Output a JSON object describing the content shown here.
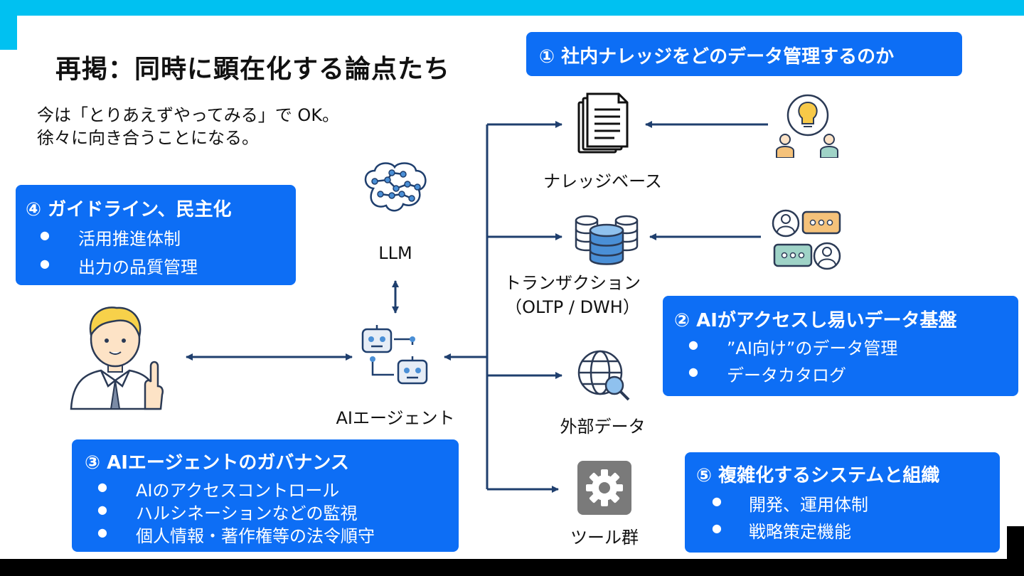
{
  "slide": {
    "title": "再掲：同時に顕在化する論点たち",
    "intro_lines": [
      "今は「とりあえずやってみる」で OK。",
      "徐々に向き合うことになる。"
    ]
  },
  "nodes": {
    "llm": "LLM",
    "agent": "AIエージェント",
    "knowledge_base": "ナレッジベース",
    "transaction": [
      "トランザクション",
      "（OLTP / DWH）"
    ],
    "external_data": "外部データ",
    "tools": "ツール群"
  },
  "boxes": {
    "box1": {
      "heading": "① 社内ナレッジをどのデータ管理するのか"
    },
    "box2": {
      "heading": "② AIがアクセスし易いデータ基盤",
      "items": [
        "”AI向け”のデータ管理",
        "データカタログ"
      ]
    },
    "box3": {
      "heading": "③ AIエージェントのガバナンス",
      "items": [
        "AIのアクセスコントロール",
        "ハルシネーションなどの監視",
        "個人情報・著作権等の法令順守"
      ]
    },
    "box4": {
      "heading": "④ ガイドライン、民主化",
      "items": [
        "活用推進体制",
        "出力の品質管理"
      ]
    },
    "box5": {
      "heading": "⑤ 複雑化するシステムと組織",
      "items": [
        "開発、運用体制",
        "戦略策定機能"
      ]
    }
  },
  "bullet": "●",
  "colors": {
    "accent_bar": "#00c1f1",
    "box_blue": "#0d6ef5",
    "arrow": "#1f3f6e",
    "icon_blue": "#4a8fd6"
  }
}
